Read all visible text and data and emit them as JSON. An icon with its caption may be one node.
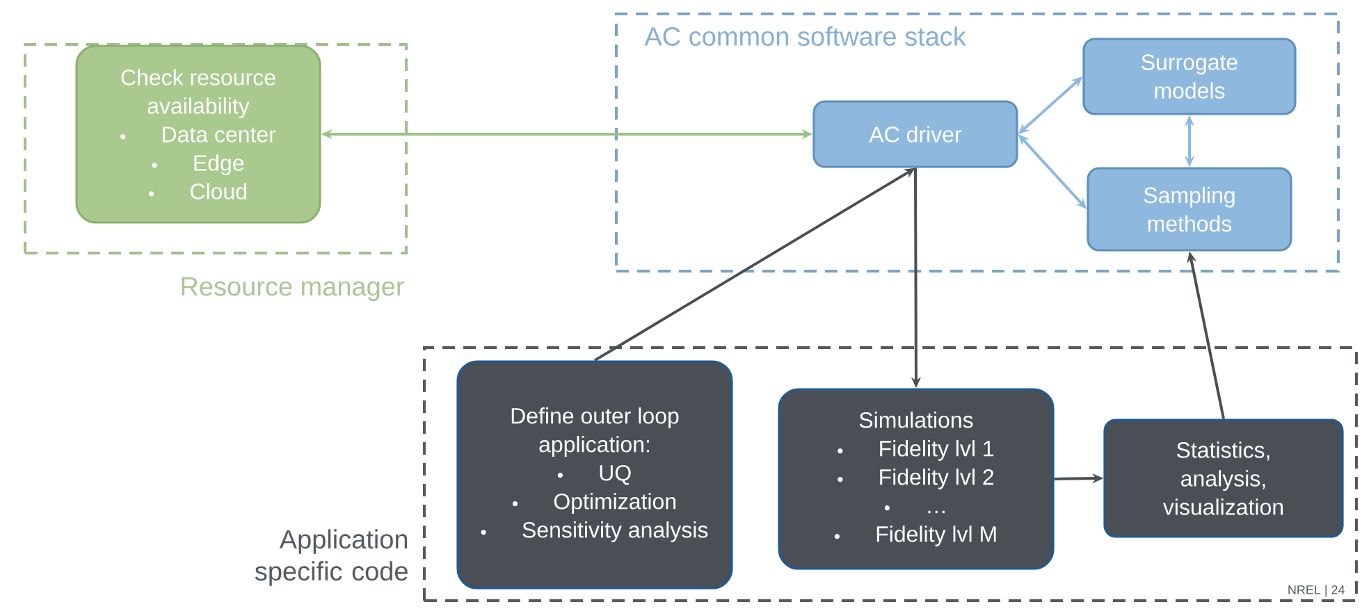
{
  "diagram": {
    "nodes": [
      {
        "text": [
          "Resource manager"
        ]
      },
      {
        "text": [
          "Check resource availability",
          "Data center",
          "Edge",
          "Cloud"
        ],
        "in": 0
      },
      {
        "text": [
          "AC common software stack"
        ]
      },
      {
        "text": [
          "AC driver"
        ],
        "in": 2
      },
      {
        "text": [
          "Surrogate models"
        ],
        "in": 2
      },
      {
        "text": [
          "Sampling methods"
        ],
        "in": 2
      },
      {
        "text": [
          "Application specific code"
        ]
      },
      {
        "text": [
          "Define outer loop application:",
          "UQ",
          "Optimization",
          "Sensitivity analysis"
        ],
        "in": 6
      },
      {
        "text": [
          "Simulations",
          "Fidelity lvl 1",
          "Fidelity lvl 2",
          "…",
          "Fidelity lvl M"
        ],
        "in": 6
      },
      {
        "text": [
          "Statistics, analysis, visualization"
        ],
        "in": 6
      }
    ],
    "edges": [
      {
        "from": 1,
        "to": 3,
        "arrow": "both",
        "color": "#9dc183"
      },
      {
        "from": 3,
        "to": 4,
        "arrow": "both",
        "color": "#8fb8df"
      },
      {
        "from": 3,
        "to": 5,
        "arrow": "both",
        "color": "#8fb8df"
      },
      {
        "from": 4,
        "to": 5,
        "arrow": "both",
        "color": "#8fb8df"
      },
      {
        "from": 7,
        "to": 3,
        "arrow": "to"
      },
      {
        "from": 3,
        "to": 8,
        "arrow": "to"
      },
      {
        "from": 8,
        "to": 9,
        "arrow": "to"
      },
      {
        "from": 9,
        "to": 5,
        "arrow": "to"
      }
    ],
    "labels": [
      "NREL | 24"
    ]
  }
}
